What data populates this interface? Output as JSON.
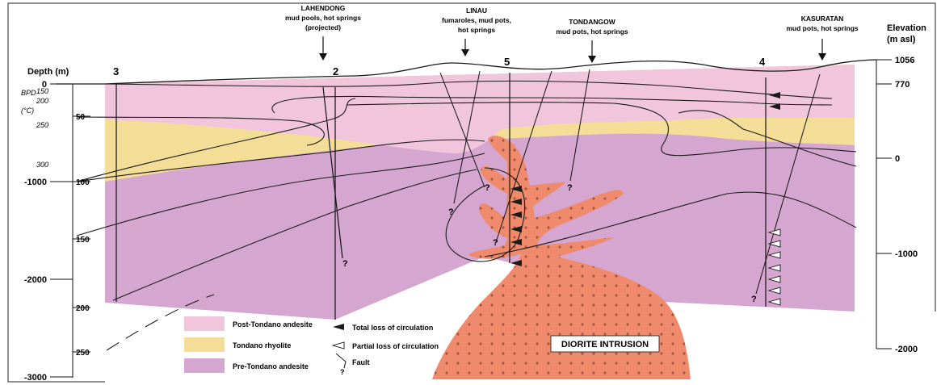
{
  "colors": {
    "post_tondano": "#f1c6dc",
    "tondano_rhyolite": "#f4de97",
    "pre_tondano": "#d5a6cf",
    "diorite": "#ef8b6c",
    "line": "#1a1a1a"
  },
  "axes": {
    "depth_title": "Depth (m)",
    "depth_ticks": [
      "0",
      "-1000",
      "-2000",
      "-3000"
    ],
    "bpd_label": "BPD",
    "bpd_unit": "(°C)",
    "bpd_ticks": [
      "150",
      "200",
      "250",
      "300"
    ],
    "isotherm_ticks": [
      "50",
      "100",
      "150",
      "200",
      "250"
    ],
    "elevation_title_1": "Elevation",
    "elevation_title_2": "(m asl)",
    "elevation_ticks": [
      "1056",
      "770",
      "0",
      "-1000",
      "-2000"
    ]
  },
  "wells": [
    "3",
    "2",
    "5",
    "4"
  ],
  "surface_features": [
    {
      "name": "LAHENDONG",
      "line1": "mud pools, hot springs",
      "line2": "(projected)"
    },
    {
      "name": "LINAU",
      "line1": "fumaroles, mud pots,",
      "line2": "hot springs"
    },
    {
      "name": "TONDANGOW",
      "line1": "mud pots, hot springs",
      "line2": ""
    },
    {
      "name": "KASURATAN",
      "line1": "mud pots, hot springs",
      "line2": ""
    }
  ],
  "intrusion_label": "DIORITE INTRUSION",
  "question_mark": "?",
  "legend": {
    "units": [
      "Post-Tondano andesite",
      "Tondano rhyolite",
      "Pre-Tondano andesite"
    ],
    "symbols": [
      "Total loss of circulation",
      "Partial loss of circulation",
      "Fault"
    ]
  }
}
